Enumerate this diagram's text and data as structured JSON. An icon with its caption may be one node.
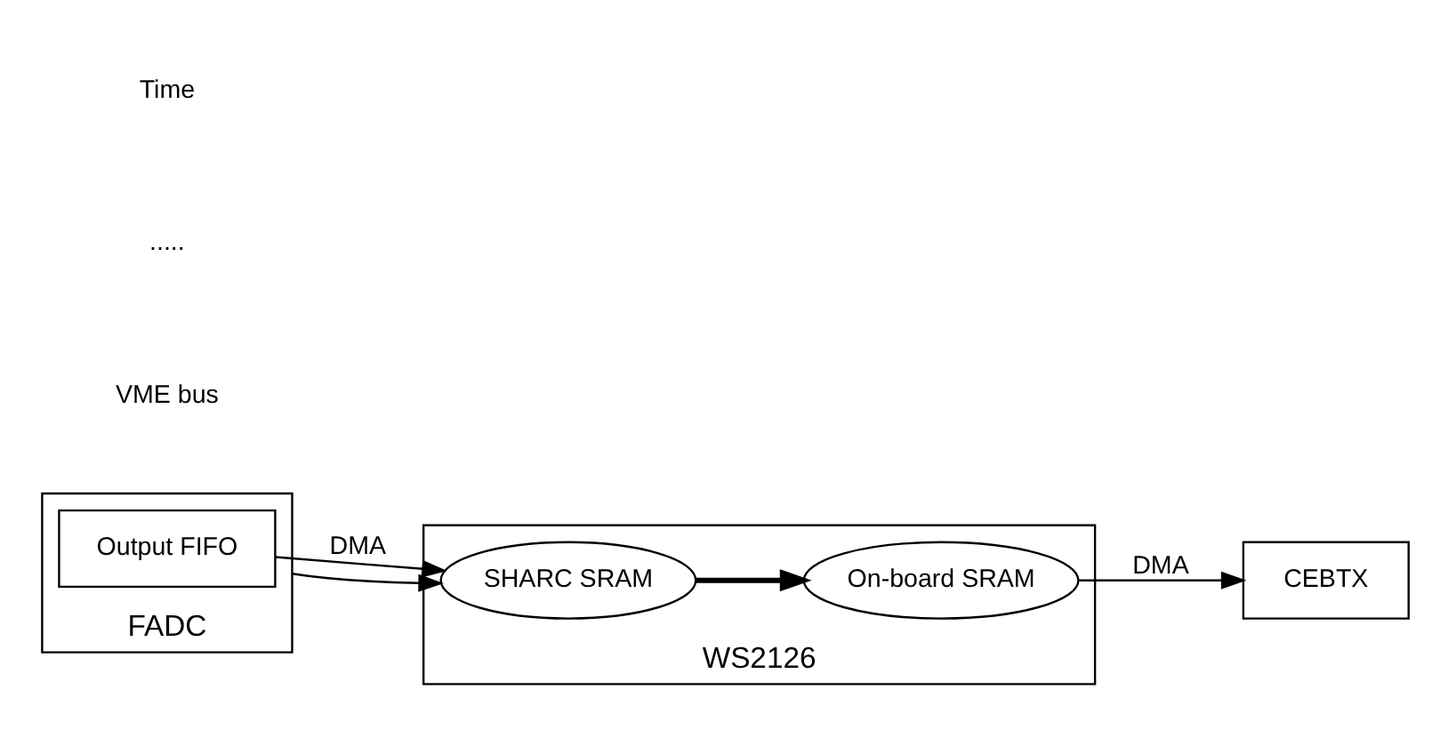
{
  "diagram": {
    "nodes": [
      {
        "text": [
          "FADC"
        ]
      },
      {
        "text": [
          "Output FIFO"
        ],
        "in": 0
      },
      {
        "text": [
          "WS2126"
        ]
      },
      {
        "text": [
          "SHARC SRAM"
        ],
        "in": 2
      },
      {
        "text": [
          "On-board SRAM"
        ],
        "in": 2
      },
      {
        "text": [
          "CEBTX"
        ]
      }
    ],
    "edges": [
      {
        "from": 1,
        "to": 3,
        "arrow": "to",
        "label": "DMA"
      },
      {
        "from": 0,
        "to": 3,
        "arrow": "to"
      },
      {
        "from": 3,
        "to": 4,
        "arrow": "to",
        "style": "thick"
      },
      {
        "from": 4,
        "to": 5,
        "arrow": "to",
        "label": "DMA"
      }
    ],
    "labels": [
      "VME bus",
      ".....",
      "Time"
    ]
  }
}
